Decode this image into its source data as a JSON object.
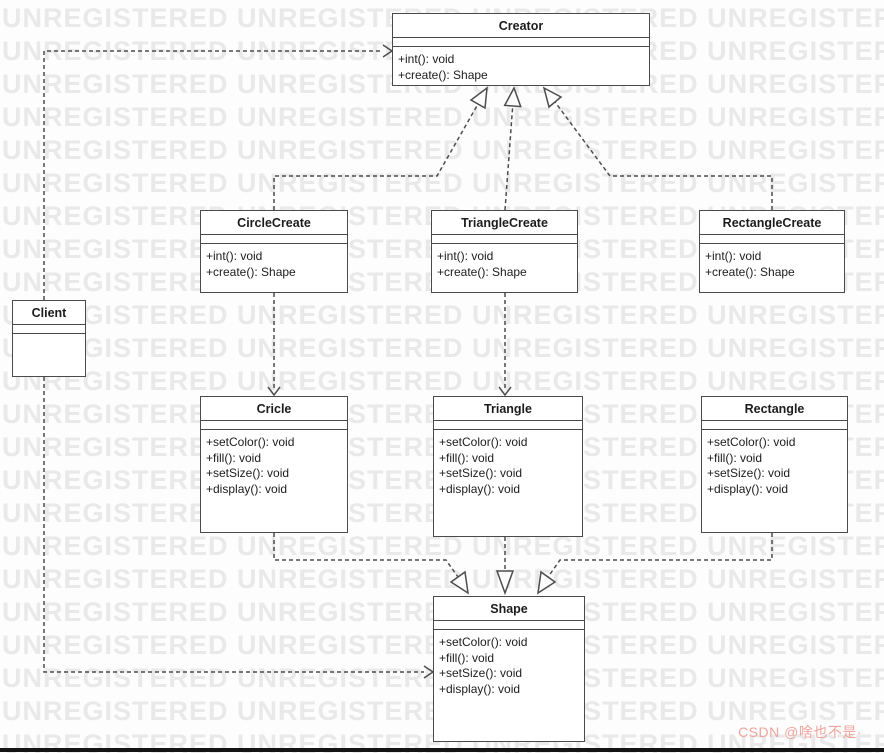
{
  "watermark": {
    "text": "UNREGISTERED",
    "color": "#e9e9e9"
  },
  "footer": {
    "credit": "CSDN @啥也不是·",
    "color": "#efa49d"
  },
  "diagram": {
    "line_color": "#4d4d4d",
    "classes": [
      {
        "id": "creator",
        "name": "Creator",
        "methods": [
          "+int(): void",
          "+create(): Shape"
        ]
      },
      {
        "id": "circle-create",
        "name": "CircleCreate",
        "methods": [
          "+int(): void",
          "+create(): Shape"
        ]
      },
      {
        "id": "triangle-create",
        "name": "TriangleCreate",
        "methods": [
          "+int(): void",
          "+create(): Shape"
        ]
      },
      {
        "id": "rectangle-create",
        "name": "RectangleCreate",
        "methods": [
          "+int(): void",
          "+create(): Shape"
        ]
      },
      {
        "id": "client",
        "name": "Client",
        "methods": []
      },
      {
        "id": "cricle",
        "name": "Cricle",
        "methods": [
          "+setColor(): void",
          "+fill(): void",
          "+setSize(): void",
          "+display(): void"
        ]
      },
      {
        "id": "triangle",
        "name": "Triangle",
        "methods": [
          "+setColor(): void",
          "+fill(): void",
          "+setSize(): void",
          "+display(): void"
        ]
      },
      {
        "id": "rectangle",
        "name": "Rectangle",
        "methods": [
          "+setColor(): void",
          "+fill(): void",
          "+setSize(): void",
          "+display(): void"
        ]
      },
      {
        "id": "shape",
        "name": "Shape",
        "methods": [
          "+setColor(): void",
          "+fill(): void",
          "+setSize(): void",
          "+display(): void"
        ]
      }
    ],
    "relations": [
      {
        "from": "CircleCreate",
        "to": "Creator",
        "type": "realization"
      },
      {
        "from": "TriangleCreate",
        "to": "Creator",
        "type": "realization"
      },
      {
        "from": "RectangleCreate",
        "to": "Creator",
        "type": "realization"
      },
      {
        "from": "Cricle",
        "to": "Shape",
        "type": "realization"
      },
      {
        "from": "Triangle",
        "to": "Shape",
        "type": "realization"
      },
      {
        "from": "Rectangle",
        "to": "Shape",
        "type": "realization"
      },
      {
        "from": "CircleCreate",
        "to": "Cricle",
        "type": "dependency"
      },
      {
        "from": "TriangleCreate",
        "to": "Triangle",
        "type": "dependency"
      },
      {
        "from": "Client",
        "to": "Creator",
        "type": "dependency"
      },
      {
        "from": "Client",
        "to": "Shape",
        "type": "dependency"
      }
    ]
  }
}
